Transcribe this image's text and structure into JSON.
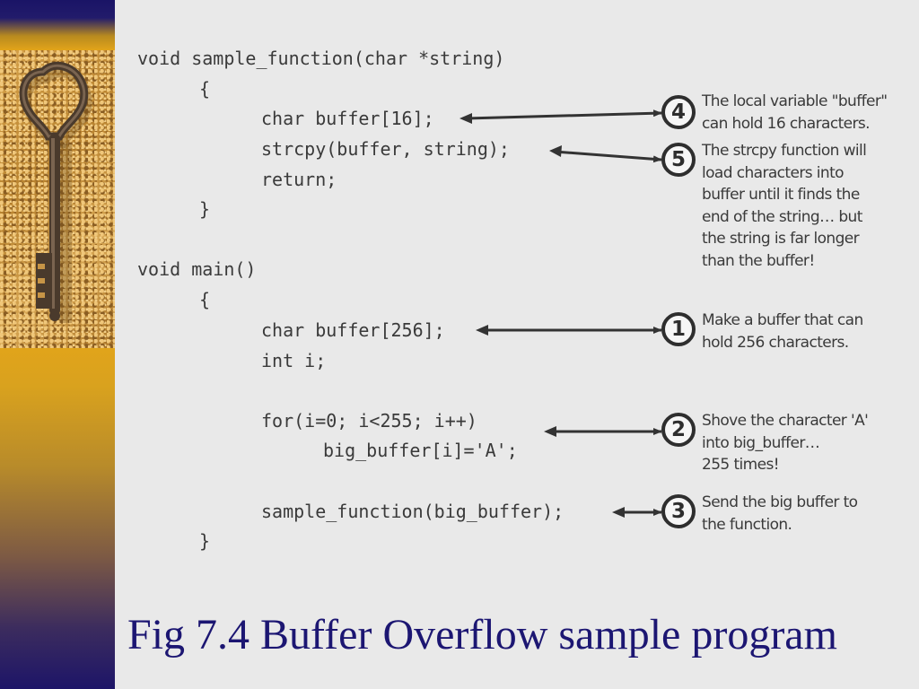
{
  "slide": {
    "title": "Fig 7.4 Buffer Overflow sample program"
  },
  "code_lines": [
    "void sample_function(char *string)",
    "{",
    "char buffer[16];",
    "strcpy(buffer, string);",
    "return;",
    "}",
    "void main()",
    "{",
    "char buffer[256];",
    "int i;",
    "for(i=0; i<255; i++)",
    "big_buffer[i]='A';",
    "sample_function(big_buffer);",
    "}"
  ],
  "annotations": [
    {
      "number": "4",
      "lines": [
        "The local variable \"buffer\"",
        "can hold 16 characters."
      ]
    },
    {
      "number": "5",
      "lines": [
        "The strcpy function will",
        "load characters into",
        "buffer until it finds the",
        "end of the string… but",
        "the string is far longer",
        "than the buffer!"
      ]
    },
    {
      "number": "1",
      "lines": [
        "Make a buffer that can",
        "hold 256 characters."
      ]
    },
    {
      "number": "2",
      "lines": [
        "Shove the character 'A'",
        "into big_buffer…",
        "255 times!"
      ]
    },
    {
      "number": "3",
      "lines": [
        "Send the big buffer to",
        "the function."
      ]
    }
  ],
  "colors": {
    "title": "#1c1672",
    "sidebar_navy": "#1a1466",
    "sidebar_gold": "#e2a41a",
    "slide_background": "#e9e9e9",
    "code_text": "#3a3a3a"
  },
  "icons": {
    "key_image": "old-iron-key-photo"
  }
}
